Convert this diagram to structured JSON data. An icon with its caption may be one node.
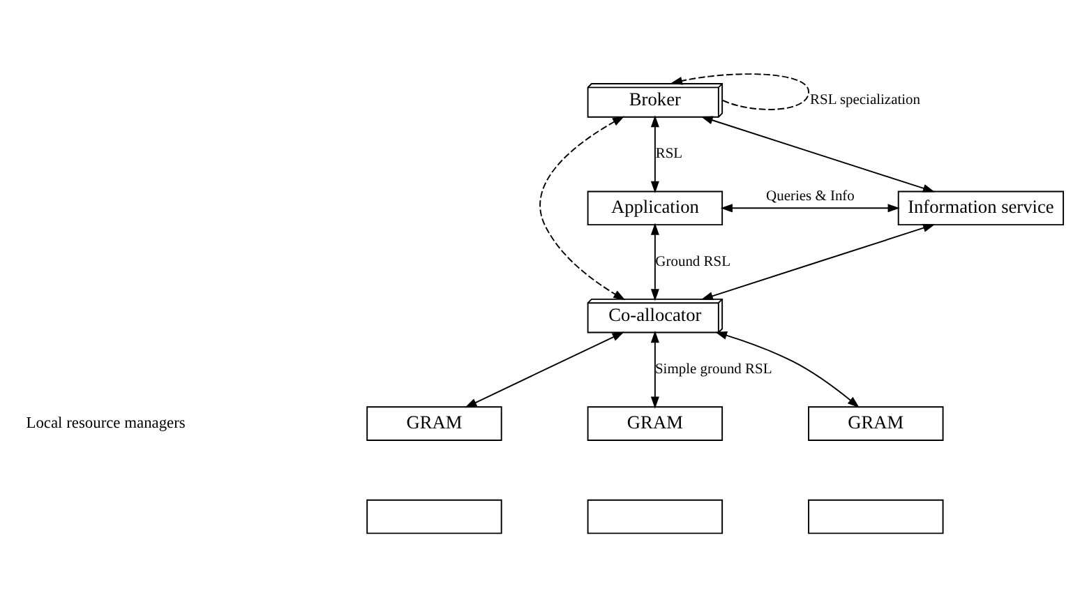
{
  "diagram": {
    "nodes": [
      {
        "text": [
          "Broker"
        ]
      },
      {
        "text": [
          "Application"
        ]
      },
      {
        "text": [
          "Information service"
        ]
      },
      {
        "text": [
          "Co-allocator"
        ]
      },
      {
        "text": [
          "GRAM"
        ]
      },
      {
        "text": [],
        "shape": "box"
      },
      {
        "text": [
          "GRAM"
        ]
      },
      {
        "text": [],
        "shape": "box"
      },
      {
        "text": [
          "GRAM"
        ]
      },
      {
        "text": [],
        "shape": "box"
      }
    ],
    "edges": [
      {
        "from": 0,
        "to": 0,
        "arrow": "to",
        "style": "dashed",
        "label": "RSL specialization"
      },
      {
        "from": 1,
        "to": 0,
        "arrow": "both",
        "label": "RSL"
      },
      {
        "from": 0,
        "to": 2,
        "arrow": "both"
      },
      {
        "from": 1,
        "to": 2,
        "arrow": "both",
        "label": "Queries & Info"
      },
      {
        "from": 1,
        "to": 3,
        "arrow": "both",
        "label": "Ground RSL"
      },
      {
        "from": 0,
        "to": 3,
        "arrow": "both",
        "style": "dashed"
      },
      {
        "from": 2,
        "to": 3,
        "arrow": "both"
      },
      {
        "from": 3,
        "to": 4,
        "arrow": "both"
      },
      {
        "from": 3,
        "to": 6,
        "arrow": "both",
        "label": "Simple ground RSL"
      },
      {
        "from": 3,
        "to": 8,
        "arrow": "both"
      }
    ],
    "labels": [
      "Local resource managers"
    ]
  }
}
